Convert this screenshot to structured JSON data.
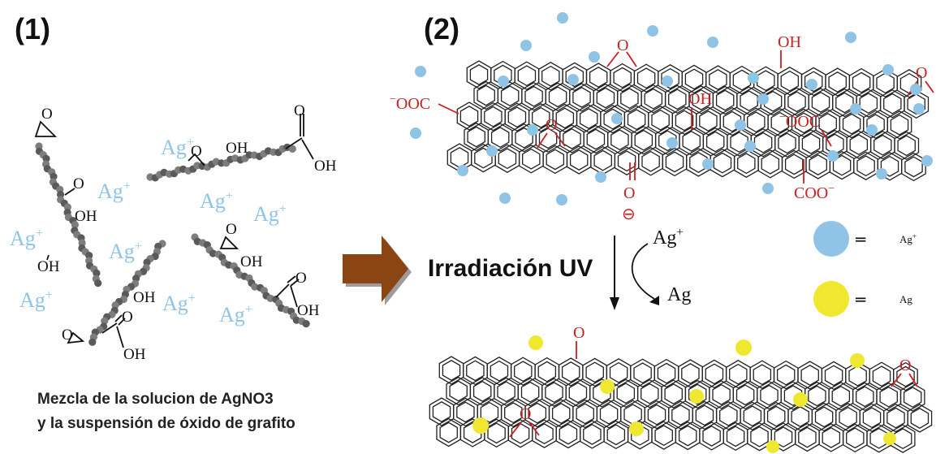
{
  "panel1": {
    "label": "(1)",
    "caption_line1": "Mezcla de la solucion de AgNO3",
    "caption_line2": "y la suspensión de óxido de grafito",
    "ion_label": "Ag+",
    "ion_base": "Ag",
    "ion_sup": "+",
    "epoxide_o": "O",
    "hydroxyl": "OH",
    "carbonyl_o": "O"
  },
  "panel2": {
    "label": "(2)",
    "process": "Irradiación UV",
    "reactant_base": "Ag",
    "reactant_sup": "+",
    "product": "Ag",
    "groups": {
      "hydroxyl": "OH",
      "epoxide_o": "O",
      "carboxylate_left_sup": "−",
      "carboxylate_left": "OOC",
      "carboxylate_mid_sup": "−",
      "carboxylate_mid": "OOC",
      "carboxylate_right": "COO",
      "carboxylate_right_sup": "−",
      "oxyanion_o": "O",
      "oxyanion_charge": "⊖"
    },
    "legend": [
      {
        "symbol_color": "#8fc4e6",
        "equals": "═",
        "label_base": "Ag",
        "label_sup": "+"
      },
      {
        "symbol_color": "#f0e830",
        "equals": "═",
        "label_base": "Ag",
        "label_sup": ""
      }
    ]
  },
  "colors": {
    "ag_ion": "#8fc4e6",
    "ag_metal": "#f0e830",
    "functional_group": "#cc1f1f",
    "arrow": "#8b4513"
  }
}
